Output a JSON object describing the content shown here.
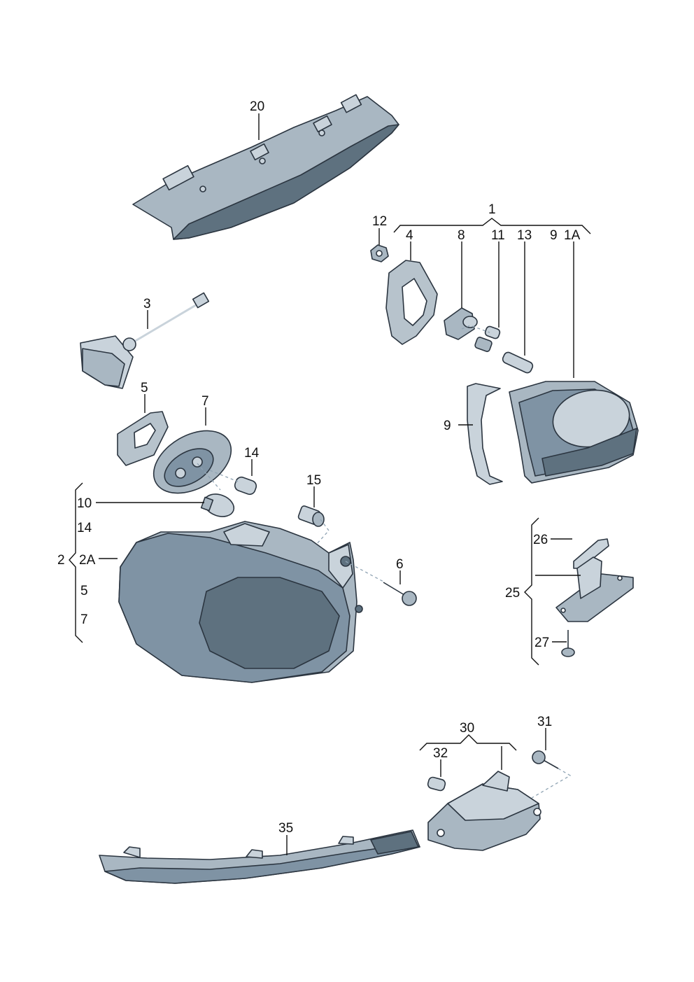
{
  "labels": {
    "p20": "20",
    "p1": "1",
    "p12": "12",
    "p4": "4",
    "p8": "8",
    "p11": "11",
    "p13": "13",
    "p9a": "9",
    "p1A": "1A",
    "p3": "3",
    "p9b": "9",
    "p5": "5",
    "p7": "7",
    "p14": "14",
    "p15": "15",
    "p10": "10",
    "g14": "14",
    "p2": "2",
    "p2A": "2A",
    "g5": "5",
    "g7": "7",
    "p6": "6",
    "p26": "26",
    "p25": "25",
    "p27": "27",
    "p30": "30",
    "p31": "31",
    "p32": "32",
    "p35": "35"
  },
  "colors": {
    "lens": "#7f93a4",
    "lens_dark": "#5e717f",
    "frame": "#a9b7c2",
    "outline": "#2b3540"
  }
}
